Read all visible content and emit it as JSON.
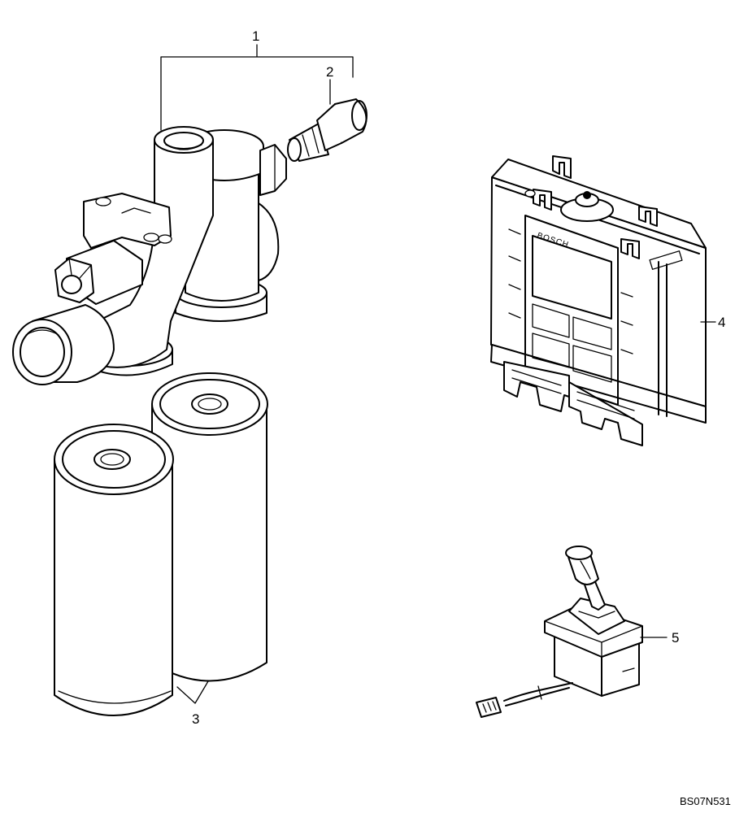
{
  "diagram": {
    "drawing_code": "BS07N531",
    "parts": [
      {
        "ref": "1",
        "name": "filter-head-assembly"
      },
      {
        "ref": "2",
        "name": "hose-fitting"
      },
      {
        "ref": "3",
        "name": "filter-cartridge"
      },
      {
        "ref": "4",
        "name": "control-unit"
      },
      {
        "ref": "5",
        "name": "joystick-lever"
      }
    ],
    "logo_text": "BOSCH"
  }
}
